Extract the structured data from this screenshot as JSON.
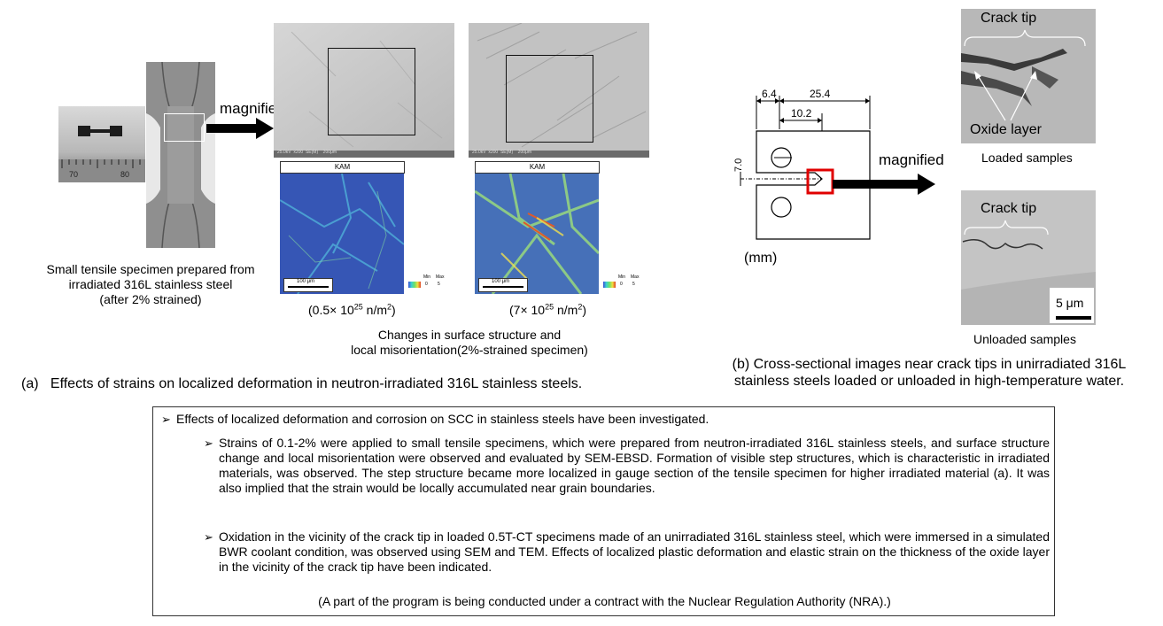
{
  "panel_a": {
    "specimen_caption_l1": "Small tensile specimen prepared from",
    "specimen_caption_l2": "irradiated 316L stainless steel",
    "specimen_caption_l3": "(after 2% strained)",
    "magnified_label": "magnified",
    "kam_label_left": "KAM",
    "kam_label_right": "KAM",
    "scale_text_left": "100 μm",
    "scale_text_right": "100 μm",
    "legend_min": "Min",
    "legend_max": "Max",
    "legend_min_val": "0",
    "legend_max_val": "5",
    "sem_footer_left": "25.0kV  x200  SE(M)    200μm",
    "sem_footer_right": "25.0kV  x200  SE(M)    200μm",
    "ruler_70": "70",
    "ruler_80": "80",
    "fluence_left": "(0.5× 10",
    "fluence_left_exp": "25",
    "fluence_left_unit": " n/m",
    "fluence_left_unit_exp": "2",
    "fluence_left_close": ")",
    "fluence_right": "(7× 10",
    "fluence_right_exp": "25",
    "fluence_right_unit": " n/m",
    "fluence_right_unit_exp": "2",
    "fluence_right_close": ")",
    "change_caption_l1": "Changes in surface structure and",
    "change_caption_l2": "local misorientation(2%-strained specimen)",
    "title": "(a)   Effects of strains on localized deformation in neutron-irradiated 316L stainless steels."
  },
  "panel_b": {
    "dim_64": "6.4",
    "dim_254": "25.4",
    "dim_102": "10.2",
    "dim_70": "7.0",
    "unit": "(mm)",
    "magnified_label": "magnified",
    "crack_tip_top": "Crack tip",
    "oxide_layer": "Oxide layer",
    "loaded_caption": "Loaded samples",
    "crack_tip_bottom": "Crack tip",
    "scale_bar": "5 μm",
    "unloaded_caption": "Unloaded samples",
    "title_l1": "(b) Cross-sectional images near crack tips in unirradiated 316L",
    "title_l2": "stainless steels loaded or unloaded in high-temperature water."
  },
  "summary": {
    "main_bullet": "Effects of localized deformation and corrosion on SCC in stainless steels have been investigated.",
    "sub1": "Strains of 0.1-2% were applied to small tensile specimens, which were prepared from neutron-irradiated 316L stainless steels, and surface structure change and local misorientation were observed and evaluated by SEM-EBSD. Formation of visible step structures, which is characteristic in irradiated materials, was observed. The step structure became more localized in gauge section of the tensile specimen for higher irradiated material (a). It was also implied that the strain would be locally accumulated near grain boundaries.",
    "sub2": "Oxidation in the vicinity of the crack tip in loaded 0.5T-CT specimens made of an unirradiated 316L stainless steel, which were immersed in a simulated BWR coolant condition, was observed using SEM and TEM. Effects of localized plastic deformation and elastic strain on the thickness of the oxide layer in the vicinity of the crack tip have been indicated.",
    "footnote": "(A part of the program is being conducted under a contract with the Nuclear Regulation Authority (NRA).)",
    "bullet_glyph": "➢"
  }
}
